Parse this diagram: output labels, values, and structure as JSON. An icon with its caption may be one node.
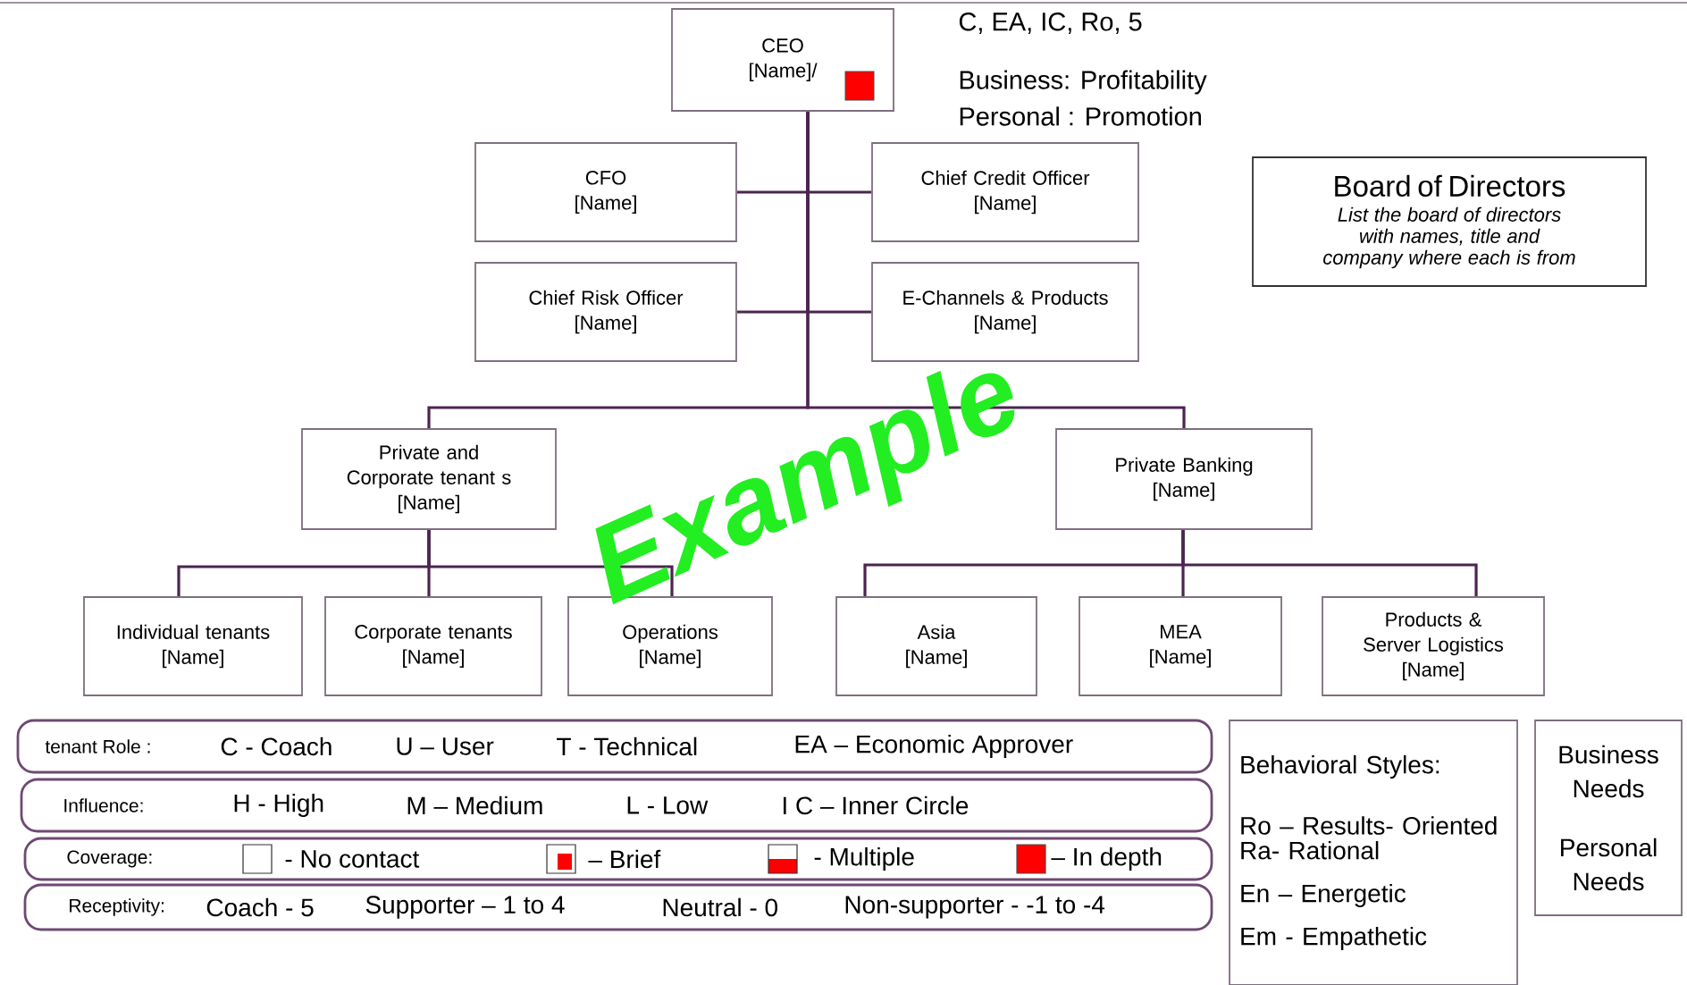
{
  "diagram": {
    "nodes": [
      {
        "text": [
          "CEO",
          "[Name]/"
        ],
        "beside": [
          "C, EA, IC,  Ro, 5",
          "Business: Profitability",
          "Personal : Promotion"
        ]
      },
      {
        "text": [
          "CFO",
          "[Name]"
        ]
      },
      {
        "text": [
          "Chief Credit Officer",
          "[Name]"
        ]
      },
      {
        "text": [
          "Chief Risk Officer",
          "[Name]"
        ]
      },
      {
        "text": [
          "E-Channels & Products",
          "[Name]"
        ]
      },
      {
        "text": [
          "Private and Corporate tenant s",
          "[Name]"
        ]
      },
      {
        "text": [
          "Private Banking",
          "[Name]"
        ]
      },
      {
        "text": [
          "Individual tenants",
          "[Name]"
        ]
      },
      {
        "text": [
          "Corporate tenants",
          "[Name]"
        ]
      },
      {
        "text": [
          "Operations",
          "[Name]"
        ]
      },
      {
        "text": [
          "Asia",
          "[Name]"
        ]
      },
      {
        "text": [
          "MEA",
          "[Name]"
        ]
      },
      {
        "text": [
          "Products & Server Logistics",
          "[Name]"
        ]
      },
      {
        "text": [
          "Board of Directors",
          "List the board of directors with names, title and company where each is from"
        ]
      },
      {
        "text": [
          "tenant Role :",
          "C - Coach",
          "U – User",
          "T - Technical",
          "EA – Economic Approver"
        ]
      },
      {
        "text": [
          "Influence:",
          "H - High",
          "M – Medium",
          "L - Low",
          "I C – Inner  Circle"
        ]
      },
      {
        "text": [
          "Coverage:",
          "- No contact",
          "– Brief",
          "- Multiple",
          "– In  depth"
        ]
      },
      {
        "text": [
          "Receptivity:",
          "Coach - 5",
          "Supporter – 1 to 4",
          "Neutral  - 0",
          "Non-supporter  - -1 to -4"
        ]
      },
      {
        "text": [
          "Behavioral Styles:",
          "Ro – Results- Oriented",
          "Ra-  Rational",
          "En – Energetic",
          "Em - Empathetic"
        ]
      },
      {
        "text": [
          "Business Needs",
          "Personal Needs"
        ]
      }
    ],
    "edges": [
      {
        "from": 0,
        "to": 1,
        "arrow": "none"
      },
      {
        "from": 0,
        "to": 2,
        "arrow": "none"
      },
      {
        "from": 0,
        "to": 3,
        "arrow": "none"
      },
      {
        "from": 0,
        "to": 4,
        "arrow": "none"
      },
      {
        "from": 0,
        "to": 5,
        "arrow": "none"
      },
      {
        "from": 0,
        "to": 6,
        "arrow": "none"
      },
      {
        "from": 5,
        "to": 7,
        "arrow": "none"
      },
      {
        "from": 5,
        "to": 8,
        "arrow": "none"
      },
      {
        "from": 5,
        "to": 9,
        "arrow": "none"
      },
      {
        "from": 6,
        "to": 10,
        "arrow": "none"
      },
      {
        "from": 6,
        "to": 11,
        "arrow": "none"
      },
      {
        "from": 6,
        "to": 12,
        "arrow": "none"
      }
    ],
    "labels": [
      "Example"
    ]
  }
}
